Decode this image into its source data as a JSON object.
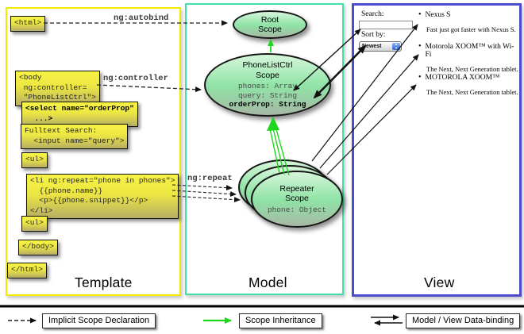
{
  "diagram": {
    "labels": {
      "autobind": "ng:autobind",
      "controller": "ng:controller",
      "repeat": "ng:repeat"
    },
    "template": {
      "title": "Template",
      "html_open": "<html>",
      "body_open": "<body\n ng:controller=\n \"PhoneListCtrl\">",
      "select": "<select name=\"orderProp\"\n  ...>",
      "fulltext": "Fulltext Search:\n  <input name=\"query\">",
      "ul_open": "<ul>",
      "li": "<li ng:repeat=\"phone in phones\">\n  {{phone.name}}\n  <p>{{phone.snippet}}</p>\n</li>",
      "ul_close": "<ul>",
      "body_close": "</body>",
      "html_close": "</html>"
    },
    "model": {
      "title": "Model",
      "root_scope": "Root\nScope",
      "ctrl_scope_title": "PhoneListCtrl\nScope",
      "ctrl_props": "phones: Array\nquery: String",
      "ctrl_prop_bold": "orderProp: String",
      "repeater_title": "Repeater\nScope",
      "repeater_prop": "phone: Object"
    },
    "view": {
      "title": "View",
      "search_label": "Search:",
      "search_value": "",
      "sort_label": "Sort by:",
      "sort_value": "Newest",
      "items": [
        {
          "title": "Nexus S",
          "desc": "Fast just got faster with Nexus S."
        },
        {
          "title": "Motorola XOOM™ with Wi-Fi",
          "desc": "The Next, Next Generation tablet."
        },
        {
          "title": "MOTOROLA XOOM™",
          "desc": "The Next, Next Generation tablet."
        }
      ]
    },
    "legend": {
      "implicit": "Implicit Scope Declaration",
      "inheritance": "Scope Inheritance",
      "binding": "Model / View Data-binding"
    },
    "icons": {
      "bullet": "•",
      "dropdown_up": "▲",
      "dropdown_down": "▼"
    },
    "colors": {
      "template_border": "#f2ea00",
      "model_border": "#42dfa6",
      "view_border": "#4c4ccd",
      "inheritance_green": "#1dd61d",
      "code_box_yellow": "#f7f344"
    }
  }
}
